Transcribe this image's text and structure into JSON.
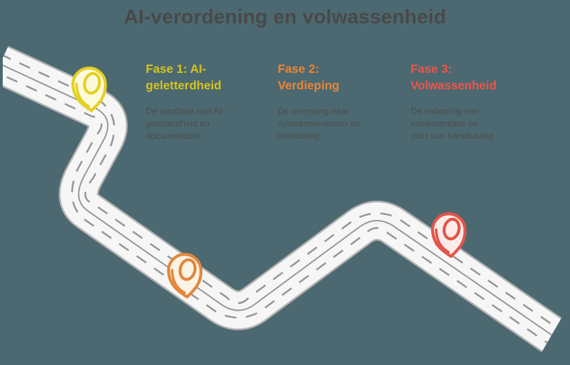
{
  "background_color": "#4c6971",
  "title": {
    "text": "AI-verordening en volwassenheid",
    "color": "#494949"
  },
  "body_text_color": "#4d4d4d",
  "road": {
    "surface_color": "#f6f6f7",
    "edge_color": "#b2b2b2",
    "marking_color": "#979797",
    "style": "winding highway with solid center line and dashed lane markings"
  },
  "phases": [
    {
      "heading": "Fase 1: AI-geletterdheid",
      "heading_lines": [
        "Fase 1: AI-",
        "geletterdheid"
      ],
      "heading_color": "#d5c41e",
      "description": "De startfase met AI-geletterdheid en documentatie",
      "description_lines": [
        "De startfase met AI-",
        "geletterdheid en",
        "documentatie"
      ],
      "pin_color": "#e4d124",
      "pin_fill": "#fdfadc"
    },
    {
      "heading": "Fase 2: Verdieping",
      "heading_lines": [
        "Fase 2:",
        "Verdieping"
      ],
      "heading_color": "#ee8435",
      "description": "De overgang naar systeemvereisten en monitoring",
      "description_lines": [
        "De overgang naar",
        "systeemvereisten en",
        "monitoring"
      ],
      "pin_color": "#e2873c",
      "pin_fill": "#fdf3e5"
    },
    {
      "heading": "Fase 3: Volwassenheid",
      "heading_lines": [
        "Fase 3:",
        "Volwassenheid"
      ],
      "heading_color": "#ee544a",
      "description": "De voltooiing van implementatie en start van handhaving",
      "description_lines": [
        "De voltooiing van",
        "implementatie en",
        "start van handhaving"
      ],
      "pin_color": "#e2544a",
      "pin_fill": "#fcebe8"
    }
  ]
}
